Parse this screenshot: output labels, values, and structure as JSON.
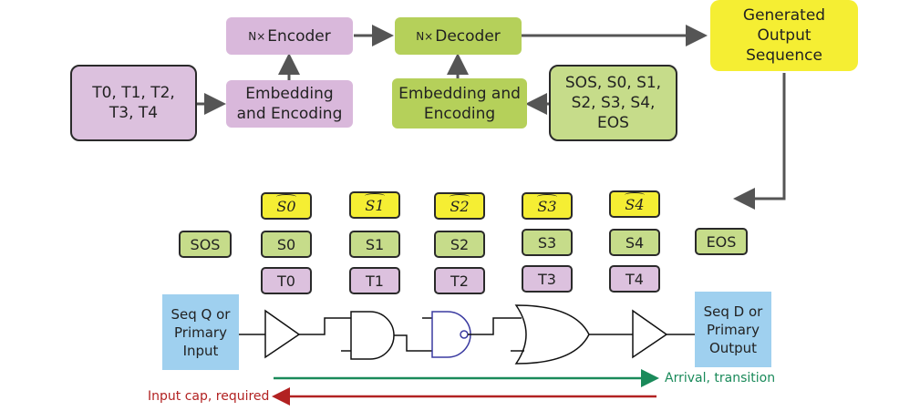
{
  "encoder": {
    "nx": "N×",
    "label": "Encoder"
  },
  "decoder": {
    "nx": "N×",
    "label": "Decoder"
  },
  "generated_output": "Generated Output Sequence",
  "input_tokens": "T0, T1, T2, T3, T4",
  "enc_embedding": "Embedding and Encoding",
  "dec_embedding": "Embedding and Encoding",
  "output_tokens": "SOS, S0, S1, S2, S3, S4, EOS",
  "predicted": [
    "S0",
    "S1",
    "S2",
    "S3",
    "S4"
  ],
  "targets": [
    "S0",
    "S1",
    "S2",
    "S3",
    "S4"
  ],
  "sos": "SOS",
  "eos": "EOS",
  "timing_tokens": [
    "T0",
    "T1",
    "T2",
    "T3",
    "T4"
  ],
  "start_node": "Seq Q or Primary Input",
  "end_node": "Seq D or Primary Output",
  "forward_label": "Arrival, transition",
  "backward_label": "Input cap, required",
  "colors": {
    "forward": "#1a8a5a",
    "backward": "#b22222",
    "arrow": "#555555"
  }
}
